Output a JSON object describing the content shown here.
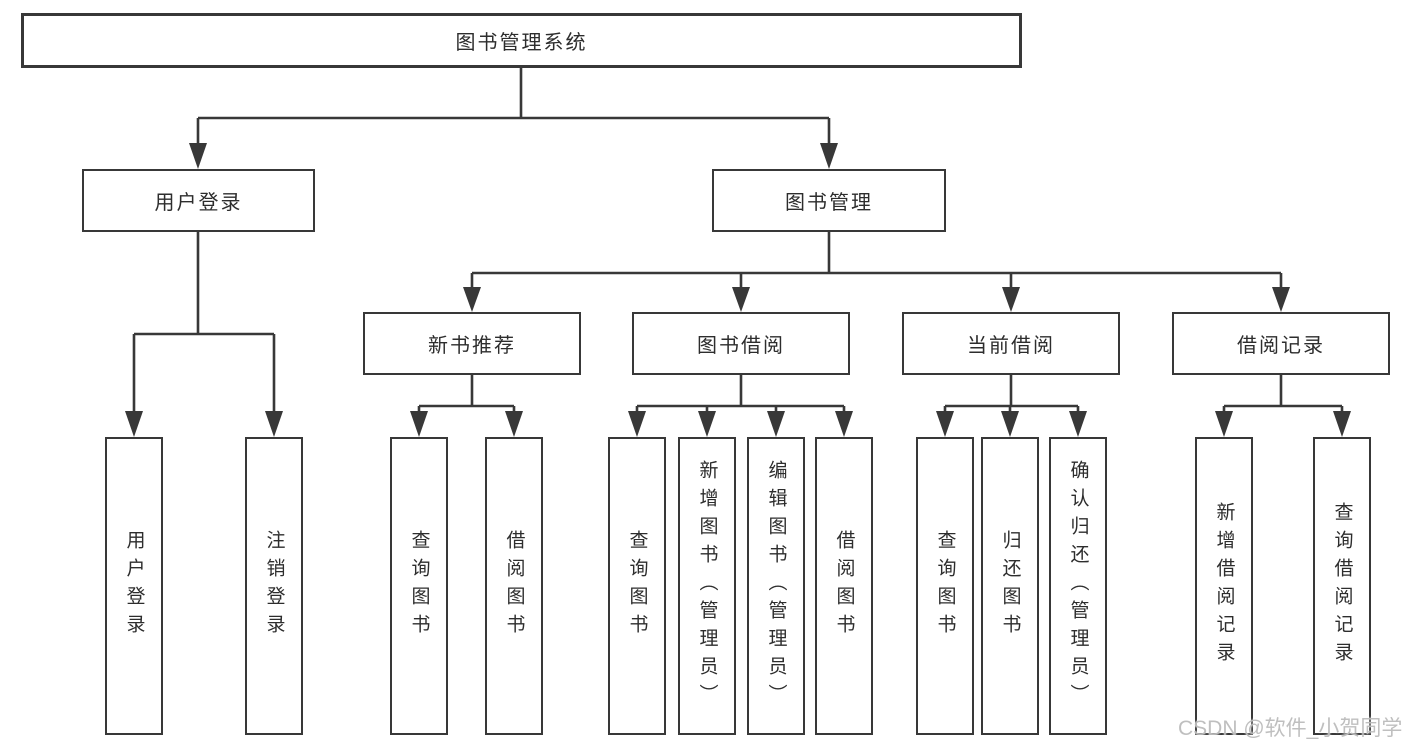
{
  "diagram": {
    "root": "图书管理系统",
    "children": [
      {
        "label": "用户登录",
        "children": [
          "用户登录",
          "注销登录"
        ]
      },
      {
        "label": "图书管理",
        "children": [
          {
            "label": "新书推荐",
            "children": [
              "查询图书",
              "借阅图书"
            ]
          },
          {
            "label": "图书借阅",
            "children": [
              "查询图书",
              "新增图书（管理员）",
              "编辑图书（管理员）",
              "借阅图书"
            ]
          },
          {
            "label": "当前借阅",
            "children": [
              "查询图书",
              "归还图书",
              "确认归还（管理员）"
            ]
          },
          {
            "label": "借阅记录",
            "children": [
              "新增借阅记录",
              "查询借阅记录"
            ]
          }
        ]
      }
    ]
  },
  "watermark": "CSDN @软件_小贺同学",
  "colors": {
    "line": "#383838",
    "text": "#2d2d2d",
    "watermark": "#bababa",
    "background": "#ffffff"
  }
}
